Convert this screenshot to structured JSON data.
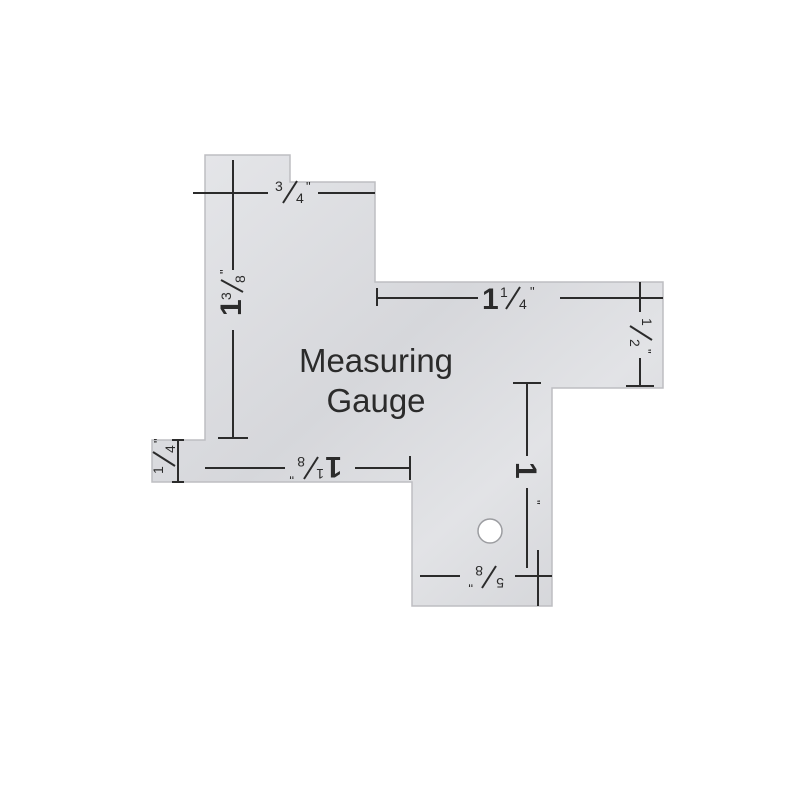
{
  "gauge": {
    "title_line1": "Measuring",
    "title_line2": "Gauge",
    "plate_color": "#dcdde0",
    "ink_color": "#2b2b2b",
    "marks": {
      "three_quarter": {
        "whole": "",
        "num": "3",
        "den": "4",
        "unit": "\""
      },
      "one_three_eighths": {
        "whole": "1",
        "num": "3",
        "den": "8",
        "unit": "\""
      },
      "one_one_quarter": {
        "whole": "1",
        "num": "1",
        "den": "4",
        "unit": "\""
      },
      "one_half": {
        "whole": "",
        "num": "1",
        "den": "2",
        "unit": "\""
      },
      "one_quarter": {
        "whole": "",
        "num": "1",
        "den": "4",
        "unit": "\""
      },
      "one_one_eighth": {
        "whole": "1",
        "num": "1",
        "den": "8",
        "unit": "\""
      },
      "one_inch": {
        "whole": "1",
        "num": "",
        "den": "",
        "unit": "\""
      },
      "five_eighths": {
        "whole": "",
        "num": "5",
        "den": "8",
        "unit": "\""
      }
    }
  }
}
